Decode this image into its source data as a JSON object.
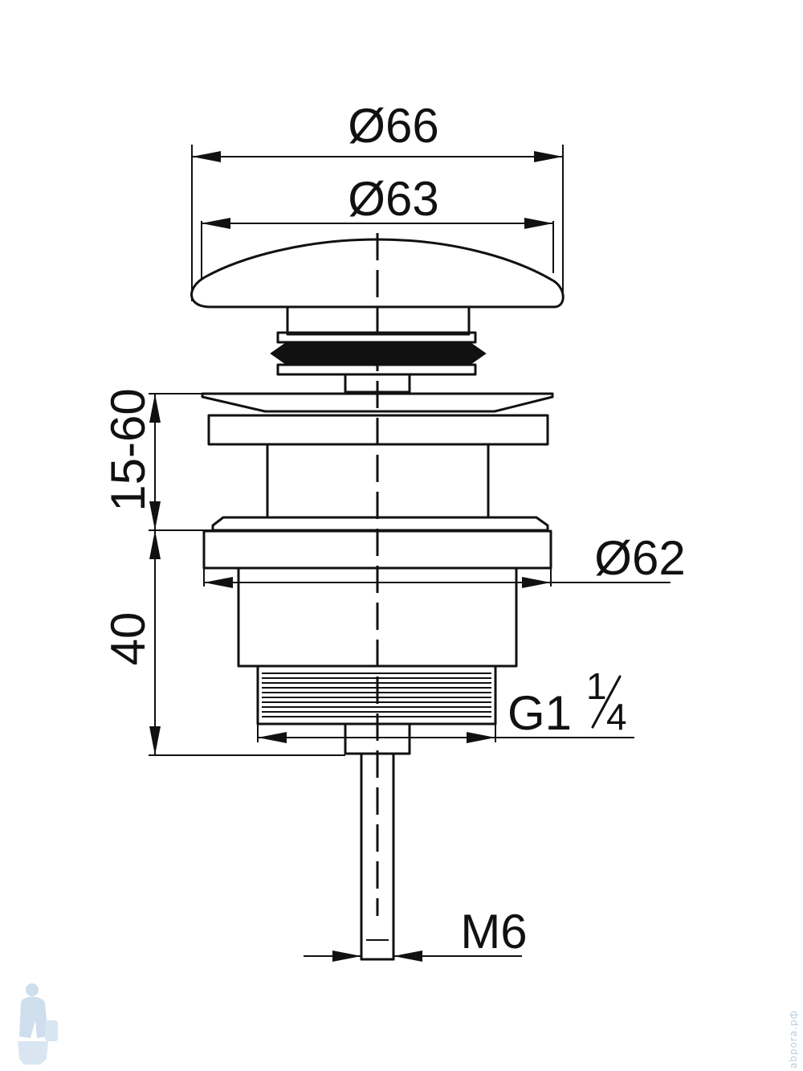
{
  "labels": {
    "dia_outer": "Ø66",
    "dia_cap": "Ø63",
    "height_range": "15-60",
    "dia_flange": "Ø62",
    "height_body": "40",
    "thread_main": "G1",
    "thread_num": "1",
    "thread_den": "4",
    "rod_thread": "M6"
  },
  "colors": {
    "line": "#111111",
    "watermark": "#b8cde0"
  },
  "watermark": {
    "icon": "plumber-figure-icon",
    "text": "abpora.pф"
  }
}
